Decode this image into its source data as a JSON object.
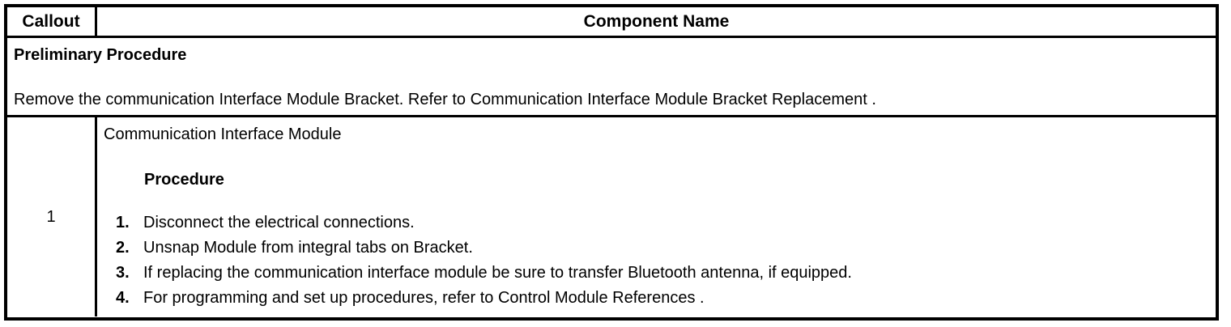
{
  "table": {
    "header": {
      "callout_label": "Callout",
      "component_label": "Component Name"
    },
    "preliminary": {
      "title": "Preliminary Procedure",
      "text": "Remove the communication Interface Module Bracket. Refer to Communication Interface Module Bracket Replacement ."
    },
    "rows": [
      {
        "callout": "1",
        "component_name": "Communication Interface Module",
        "procedure_heading": "Procedure",
        "steps": [
          {
            "number": "1.",
            "text": "Disconnect the electrical connections."
          },
          {
            "number": "2.",
            "text": "Unsnap Module from integral tabs on Bracket."
          },
          {
            "number": "3.",
            "text": "If replacing the communication interface module be sure to transfer Bluetooth antenna, if equipped."
          },
          {
            "number": "4.",
            "text": "For programming and set up procedures, refer to Control Module References ."
          }
        ]
      }
    ]
  },
  "colors": {
    "border": "#000000",
    "text": "#000000",
    "background": "#ffffff"
  }
}
